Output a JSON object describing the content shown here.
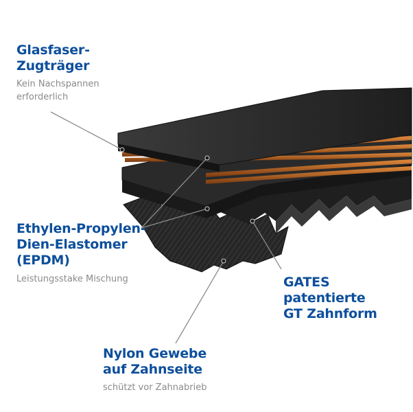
{
  "labels": {
    "fiberglass": {
      "title": [
        "Glasfaser-",
        "Zugträger"
      ],
      "subtitle": [
        "Kein Nachspannen",
        "erforderlich"
      ]
    },
    "epdm": {
      "title": [
        "Ethylen-Propylen-",
        "Dien-Elastomer",
        "(EPDM)"
      ],
      "subtitle": [
        "Leistungsstake Mischung"
      ]
    },
    "gates": {
      "title": [
        "GATES",
        "patentierte",
        "GT Zahnform"
      ]
    },
    "nylon": {
      "title": [
        "Nylon Gewebe",
        "auf Zahnseite"
      ],
      "subtitle": [
        "schützt vor Zahnabrieb"
      ]
    }
  },
  "colors": {
    "title": "#0d4f9c",
    "subtitle": "#8a8a8a",
    "leader": "#8c8c8c",
    "belt_dark": "#1c1c1c",
    "belt_mid": "#2d2d2d",
    "cord": "#b5651d"
  }
}
